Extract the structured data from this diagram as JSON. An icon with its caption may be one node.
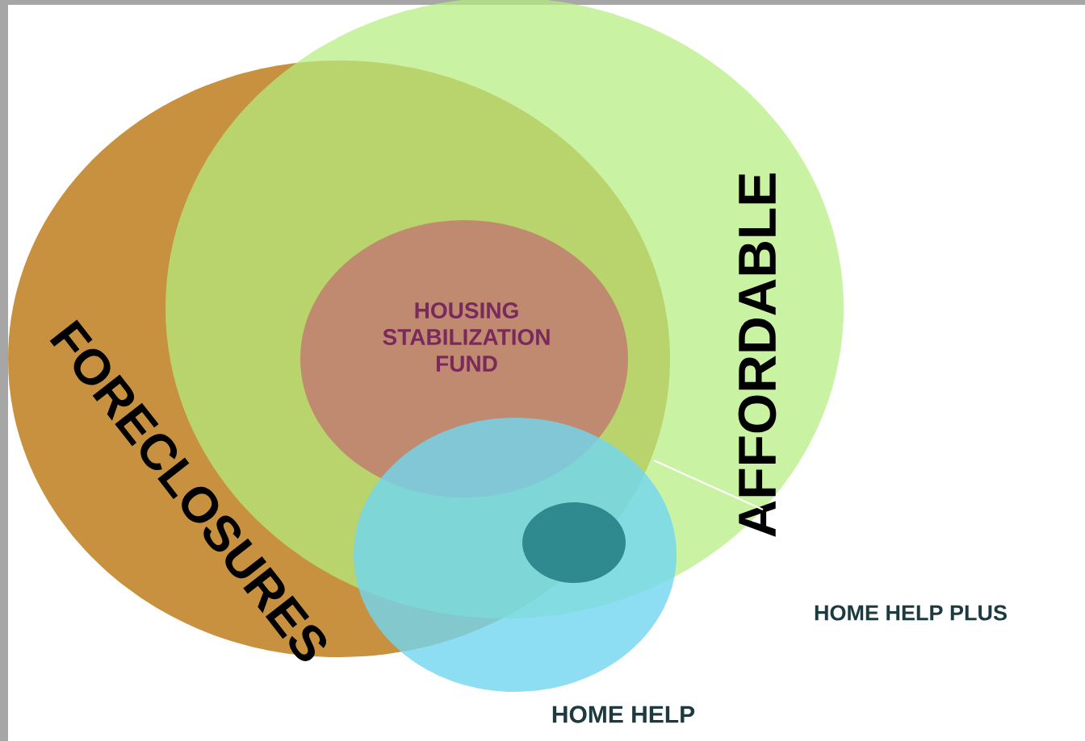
{
  "diagram": {
    "nodes": [
      {
        "text": [
          "FORECLOSURES"
        ]
      },
      {
        "text": [
          "AFFORDABLE"
        ]
      },
      {
        "text": [
          "HOUSING STABILIZATION FUND"
        ]
      },
      {
        "text": [],
        "shape": "circle",
        "beside": [
          "HOME HELP"
        ]
      },
      {
        "text": [],
        "shape": "circle"
      }
    ],
    "labels": [
      "HOME HELP PLUS"
    ]
  }
}
